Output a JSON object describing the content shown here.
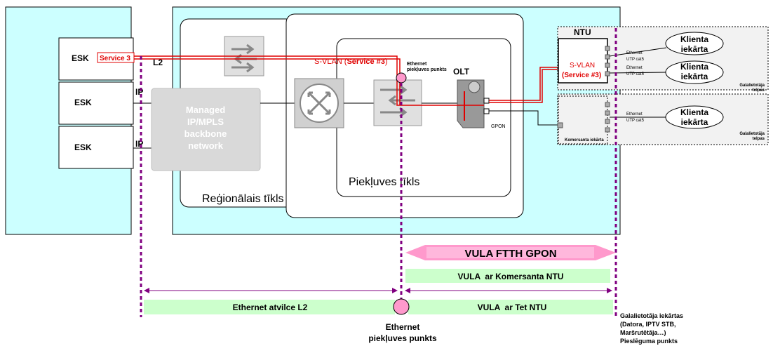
{
  "esk_boxes": [
    "ESK",
    "ESK",
    "ESK"
  ],
  "service_tag": "Service 3",
  "labels": {
    "l2": "L2",
    "ip1": "IP",
    "ip2": "IP"
  },
  "backbone": [
    "Managed",
    "IP/MPLS",
    "backbone",
    "network"
  ],
  "regional_network": "Reģionālais tīkls",
  "access_network": "Piekļuves tīkls",
  "svlan": {
    "prefix": "S-VLAN (",
    "service": "Service #3",
    "suffix": ")"
  },
  "eth_access_small": [
    "Ethernet",
    "piekļuves punkts"
  ],
  "olt": {
    "label": "OLT",
    "gpon": "GPON"
  },
  "ntu": {
    "title": "NTU",
    "svlan": "S-VLAN",
    "service": "(Service #3)"
  },
  "port_labels": [
    "Ethernet",
    "UTP cat5",
    "Ethernet",
    "UTP cat5"
  ],
  "port_labels_2": [
    "Ethernet",
    "UTP cat5"
  ],
  "client_devices": [
    [
      "Klienta",
      "iekārta"
    ],
    [
      "Klienta",
      "iekārta"
    ],
    [
      "Klienta",
      "iekārta"
    ]
  ],
  "premises": [
    [
      "Galalietotāja",
      "telpas"
    ],
    [
      "Galalietotāja",
      "telpas"
    ]
  ],
  "merchant_device": "Komersanta iekārta",
  "vula_gpon": "VULA FTTH GPON",
  "vula_merchant_ntu": "VULA  ar Komersanta NTU",
  "eth_backhaul": "Ethernet atvilce L2",
  "vula_tet_ntu": "VULA  ar Tet NTU",
  "eth_access_point": [
    "Ethernet",
    "piekļuves punkts"
  ],
  "end_user_note": [
    "Galalietotāja iekārtas",
    "(Datora, IPTV STB,",
    "Maršrutētāja…)",
    "Pieslēguma punkts"
  ],
  "colors": {
    "cyan_fill": "#ccffff",
    "red_line": "#e00000",
    "purple_dash": "#800080",
    "green_bar": "#ccffcc",
    "pink_arrow": "#ff99cc",
    "device_gray": "#bfbfbf",
    "backbone_gray": "#d9d9d9"
  }
}
